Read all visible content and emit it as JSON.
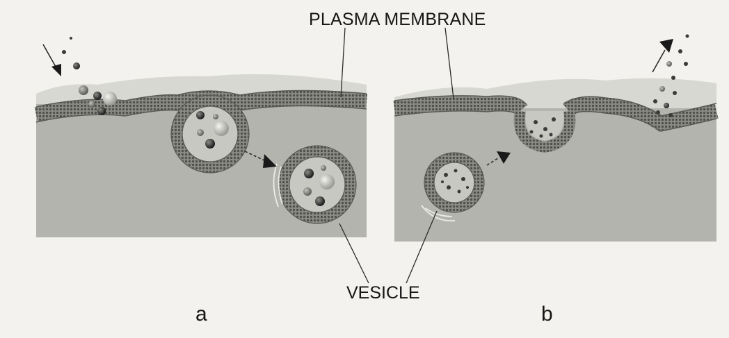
{
  "labels": {
    "plasma_membrane": "PLASMA MEMBRANE",
    "vesicle": "VESICLE",
    "panel_a": "a",
    "panel_b": "b"
  },
  "colors": {
    "paper": "#f3f2ee",
    "cytoplasm": "#b4b4ae",
    "extracellular": "#d7d8d2",
    "membrane": "#7a7a74",
    "line": "#2a2a2a"
  },
  "panels": [
    {
      "id": "a",
      "process": "endocytosis",
      "arrow_direction": "inward"
    },
    {
      "id": "b",
      "process": "exocytosis",
      "arrow_direction": "outward"
    }
  ]
}
